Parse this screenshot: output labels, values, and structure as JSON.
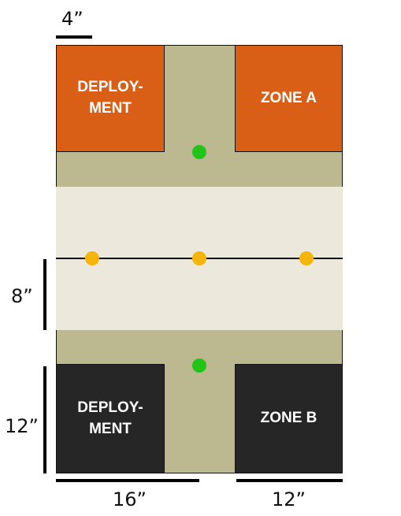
{
  "zones": {
    "top_left": "DEPLOY-\nMENT",
    "top_right": "ZONE A",
    "bottom_left": "DEPLOY-\nMENT",
    "bottom_right": "ZONE B"
  },
  "dimensions": {
    "top_scale": "4”",
    "left_middle": "8”",
    "left_bottom": "12”",
    "bottom_left": "16”",
    "bottom_right": "12”"
  },
  "objectives": {
    "green_count": 2,
    "yellow_count": 3
  },
  "colors": {
    "board": "#bcb88f",
    "center_band": "#ece9dc",
    "zone_a": "#d95f17",
    "zone_b": "#262626",
    "objective_green": "#22c41a",
    "objective_yellow": "#f5b50a"
  }
}
